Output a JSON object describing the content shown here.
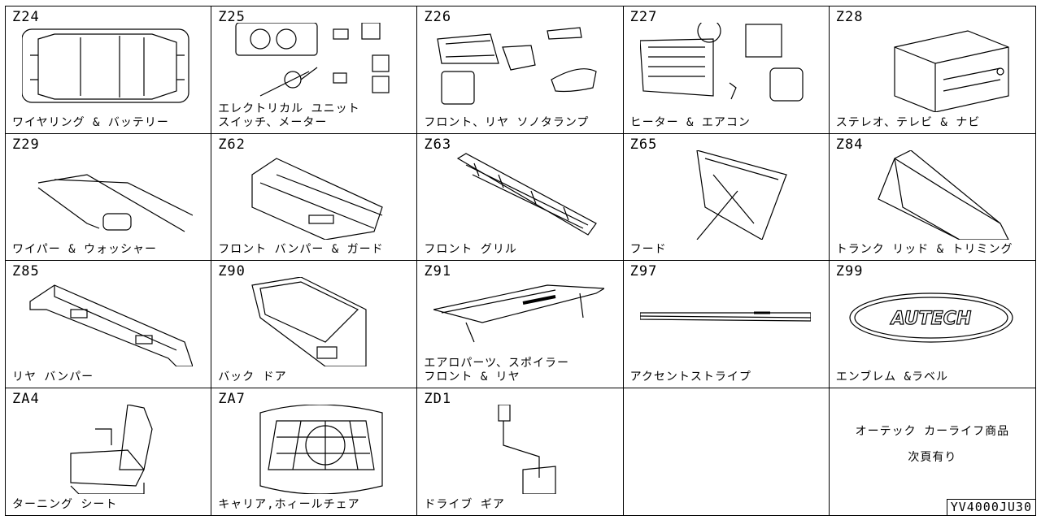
{
  "cells": [
    {
      "code": "Z24",
      "label": "ワイヤリング & バッテリー",
      "icon": "wiring-harness-car-icon"
    },
    {
      "code": "Z25",
      "label": "エレクトリカル ユニット\nスイッチ、メーター",
      "icon": "meter-switch-icon"
    },
    {
      "code": "Z26",
      "label": "フロント、リヤ ソノタランプ",
      "icon": "lamp-icon"
    },
    {
      "code": "Z27",
      "label": "ヒーター & エアコン",
      "icon": "heater-aircon-icon"
    },
    {
      "code": "Z28",
      "label": "ステレオ、テレビ & ナビ",
      "icon": "stereo-icon"
    },
    {
      "code": "Z29",
      "label": "ワイパー & ウォッシャー",
      "icon": "wiper-icon"
    },
    {
      "code": "Z62",
      "label": "フロント バンパー & ガード",
      "icon": "front-bumper-icon"
    },
    {
      "code": "Z63",
      "label": "フロント グリル",
      "icon": "front-grille-icon"
    },
    {
      "code": "Z65",
      "label": "フード",
      "icon": "hood-icon"
    },
    {
      "code": "Z84",
      "label": "トランク リッド & トリミング",
      "icon": "trunk-lid-icon"
    },
    {
      "code": "Z85",
      "label": "リヤ バンパー",
      "icon": "rear-bumper-icon"
    },
    {
      "code": "Z90",
      "label": "バック ドア",
      "icon": "back-door-icon"
    },
    {
      "code": "Z91",
      "label": "エアロパーツ、スポイラー\nフロント & リヤ",
      "icon": "spoiler-icon"
    },
    {
      "code": "Z97",
      "label": "アクセントストライプ",
      "icon": "accent-stripe-icon"
    },
    {
      "code": "Z99",
      "label": "エンブレム &ラベル",
      "icon": "emblem-icon",
      "emblem_text": "AUTECH"
    },
    {
      "code": "ZA4",
      "label": "ターニング シート",
      "icon": "seat-icon"
    },
    {
      "code": "ZA7",
      "label": "キャリア,ホィールチェア",
      "icon": "carrier-net-icon"
    },
    {
      "code": "ZD1",
      "label": "ドライブ ギア",
      "icon": "drive-gear-icon"
    }
  ],
  "note": {
    "line1": "オーテック カーライフ商品",
    "line2": "次頁有り"
  },
  "doc_id": "YV4000JU30"
}
